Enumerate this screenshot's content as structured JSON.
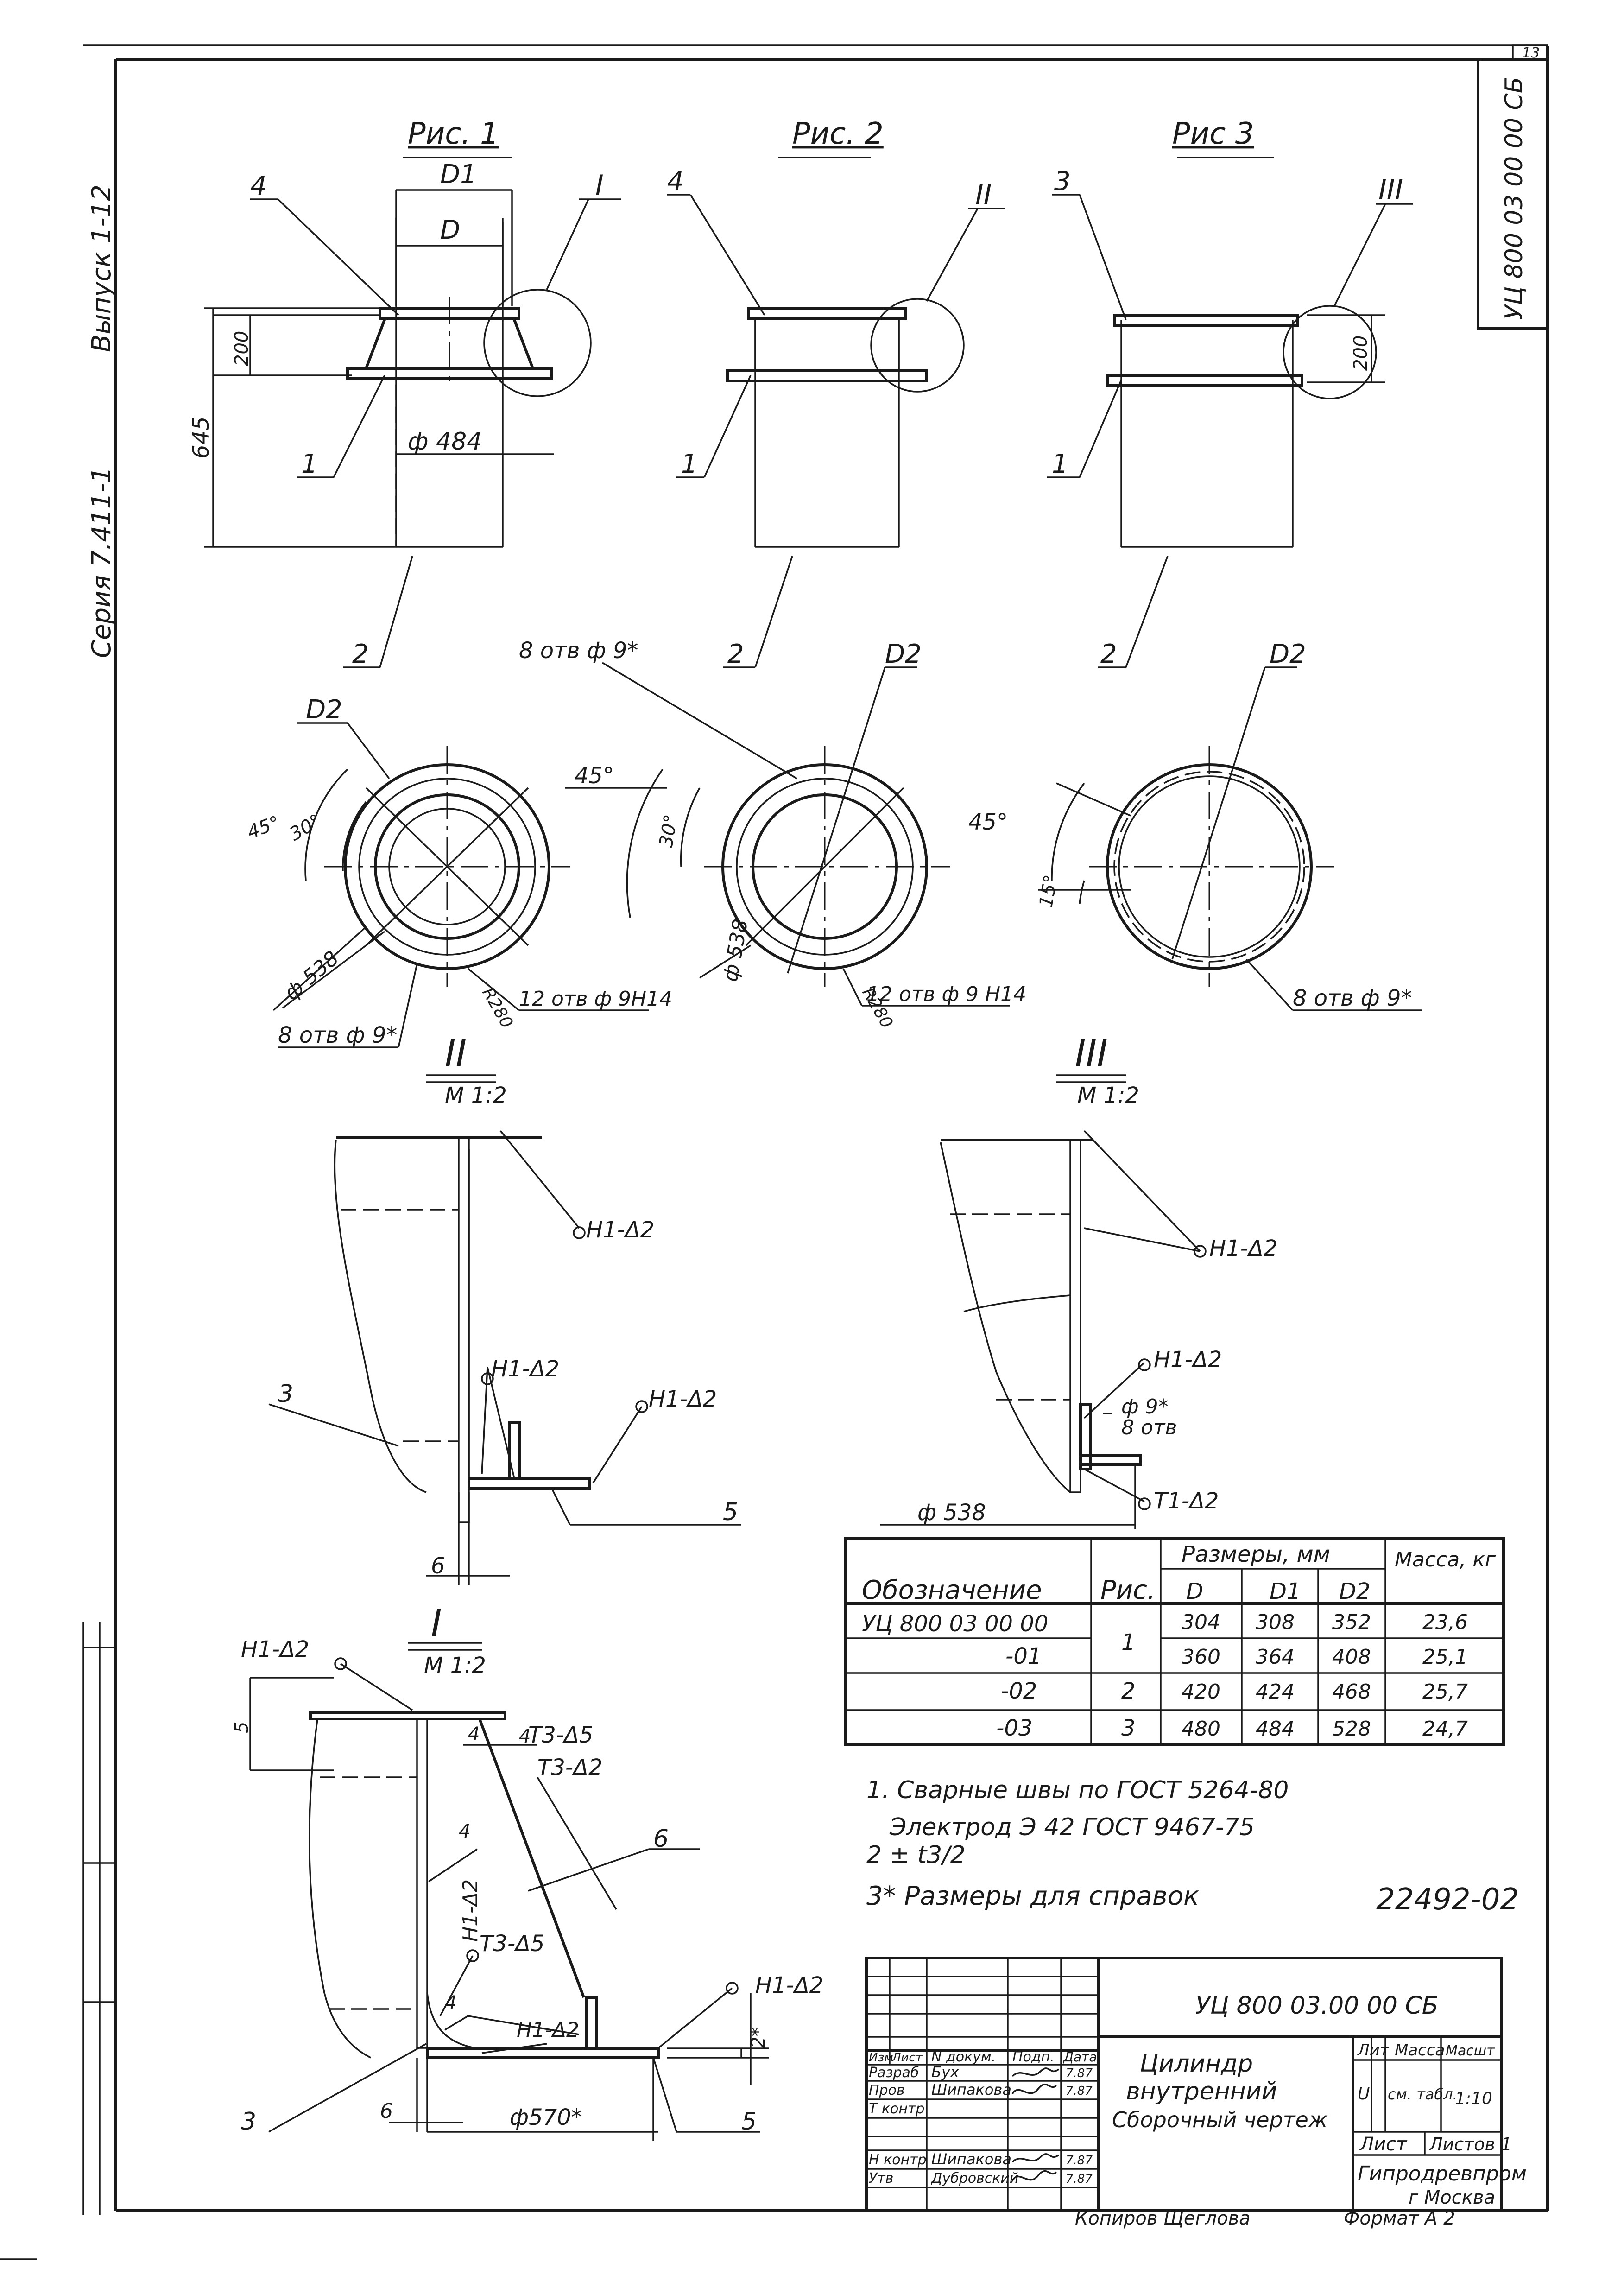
{
  "sheet": {
    "page_number": "13",
    "vertical_series": "Серия 7.411-1",
    "vertical_issue": "Выпуск 1-12",
    "vertical_code": "УЦ 800 03 00 00 СБ",
    "bottom_copyist": "Копиров   Щеглова",
    "bottom_format": "Формат А 2",
    "archive_number": "22492-02"
  },
  "figures": {
    "fig1": {
      "title": "Рис. 1",
      "detail_ref": "I",
      "dim_d1": "D1",
      "dim_d": "D",
      "dim_200": "200",
      "dim_645": "645",
      "dim_484": "ф 484",
      "pos_4": "4",
      "pos_1": "1",
      "pos_2": "2"
    },
    "fig2": {
      "title": "Рис. 2",
      "detail_ref": "II",
      "pos_4": "4",
      "pos_1": "1",
      "pos_2": "2"
    },
    "fig3": {
      "title": "Рис 3",
      "detail_ref": "III",
      "dim_200": "200",
      "pos_3": "3",
      "pos_1": "1",
      "pos_2": "2"
    }
  },
  "plan_views": {
    "plan1": {
      "d2": "D2",
      "angle_45": "45°",
      "angle_30": "30°",
      "dia_538": "ф 538",
      "radius": "R280",
      "holes_a": "8 отв ф 9*",
      "holes_b": "12 отв ф 9Н14"
    },
    "plan2": {
      "d2": "D2",
      "holes_top": "8 отв ф 9*",
      "angle_45": "45°",
      "angle_30": "30°",
      "dia_538": "ф 538",
      "radius": "R280",
      "holes_b": "12 отв ф 9 Н14"
    },
    "plan3": {
      "d2": "D2",
      "angle_45": "45°",
      "angle_15": "15°",
      "holes": "8 отв ф 9*"
    }
  },
  "details": {
    "detail2": {
      "title": "II",
      "scale": "М 1:2",
      "weld_a": "Н1-Δ2",
      "weld_b": "Н1-Δ2",
      "weld_c": "Н1-Δ2",
      "pos_3": "3",
      "pos_5": "5",
      "dim_6": "6"
    },
    "detail3": {
      "title": "III",
      "scale": "М 1:2",
      "weld_a": "Н1-Δ2",
      "weld_b": "Н1-Δ2",
      "weld_c": "Т1-Δ2",
      "holes": "ф 9*",
      "holes_count": "8 отв",
      "dia_538": "ф 538"
    },
    "detail1": {
      "title": "I",
      "scale": "М 1:2",
      "weld_top": "Н1-Δ2",
      "weld_t3_5": "Т3-Δ5",
      "weld_t3_2": "Т3-Δ2",
      "weld_h1_vert": "Н1-Δ2",
      "weld_t3_5b": "Т3-Δ5",
      "weld_h1_low": "Н1-Δ2",
      "weld_right": "Н1-Δ2",
      "leg_4a": "4",
      "leg_4b": "4",
      "leg_4c": "4",
      "leg_4d": "4",
      "pos_6": "6",
      "pos_3": "3",
      "pos_5": "5",
      "dim_5": "5",
      "dim_6": "6",
      "dim_2star": "2*",
      "dim_570": "ф570*"
    }
  },
  "dimension_table": {
    "header_designation": "Обозначение",
    "header_fig": "Рис.",
    "header_sizes": "Размеры, мм",
    "header_d": "D",
    "header_d1": "D1",
    "header_d2": "D2",
    "header_mass": "Масса, кг",
    "rows": [
      {
        "designation": "УЦ 800 03 00 00",
        "fig": "1",
        "d": "304",
        "d1": "308",
        "d2": "352",
        "mass": "23,6"
      },
      {
        "designation": "-01",
        "fig": "",
        "d": "360",
        "d1": "364",
        "d2": "408",
        "mass": "25,1"
      },
      {
        "designation": "-02",
        "fig": "2",
        "d": "420",
        "d1": "424",
        "d2": "468",
        "mass": "25,7"
      },
      {
        "designation": "-03",
        "fig": "3",
        "d": "480",
        "d1": "484",
        "d2": "528",
        "mass": "24,7"
      }
    ]
  },
  "notes": {
    "n1": "1. Сварные швы по ГОСТ 5264-80",
    "n1b": "Электрод Э 42 ГОСТ 9467-75",
    "n2": "2 ± t3/2",
    "n3": "3* Размеры для справок"
  },
  "title_block": {
    "doc_code": "УЦ 800 03.00 00 СБ",
    "name_line1": "Цилиндр",
    "name_line2": "внутренний",
    "name_line3": "Сборочный чертеж",
    "col_izm": "Изм",
    "col_list": "Лист",
    "col_ndoc": "N докум.",
    "col_sign": "Подп.",
    "col_date": "Дата",
    "role_razrab": "Разраб",
    "role_prov": "Пров",
    "role_tkontr": "Т контр",
    "role_nkontr": "Н контр",
    "role_utv": "Утв",
    "name_razrab": "Бух",
    "name_prov": "Шипакова",
    "name_nkontr": "Шипакова",
    "name_utv": "Дубровский",
    "date_razrab": "7.87",
    "date_prov": "7.87",
    "date_nkontr": "7.87",
    "date_utv": "7.87",
    "lit_label": "Лит",
    "mass_label": "Масса",
    "scale_label": "Масшт",
    "lit_value": "U",
    "mass_value": "см. табл.",
    "scale_value": "1:10",
    "sheet_label": "Лист",
    "sheets_label": "Листов 1",
    "org_line1": "Гипродревпром",
    "org_line2": "г Москва"
  }
}
